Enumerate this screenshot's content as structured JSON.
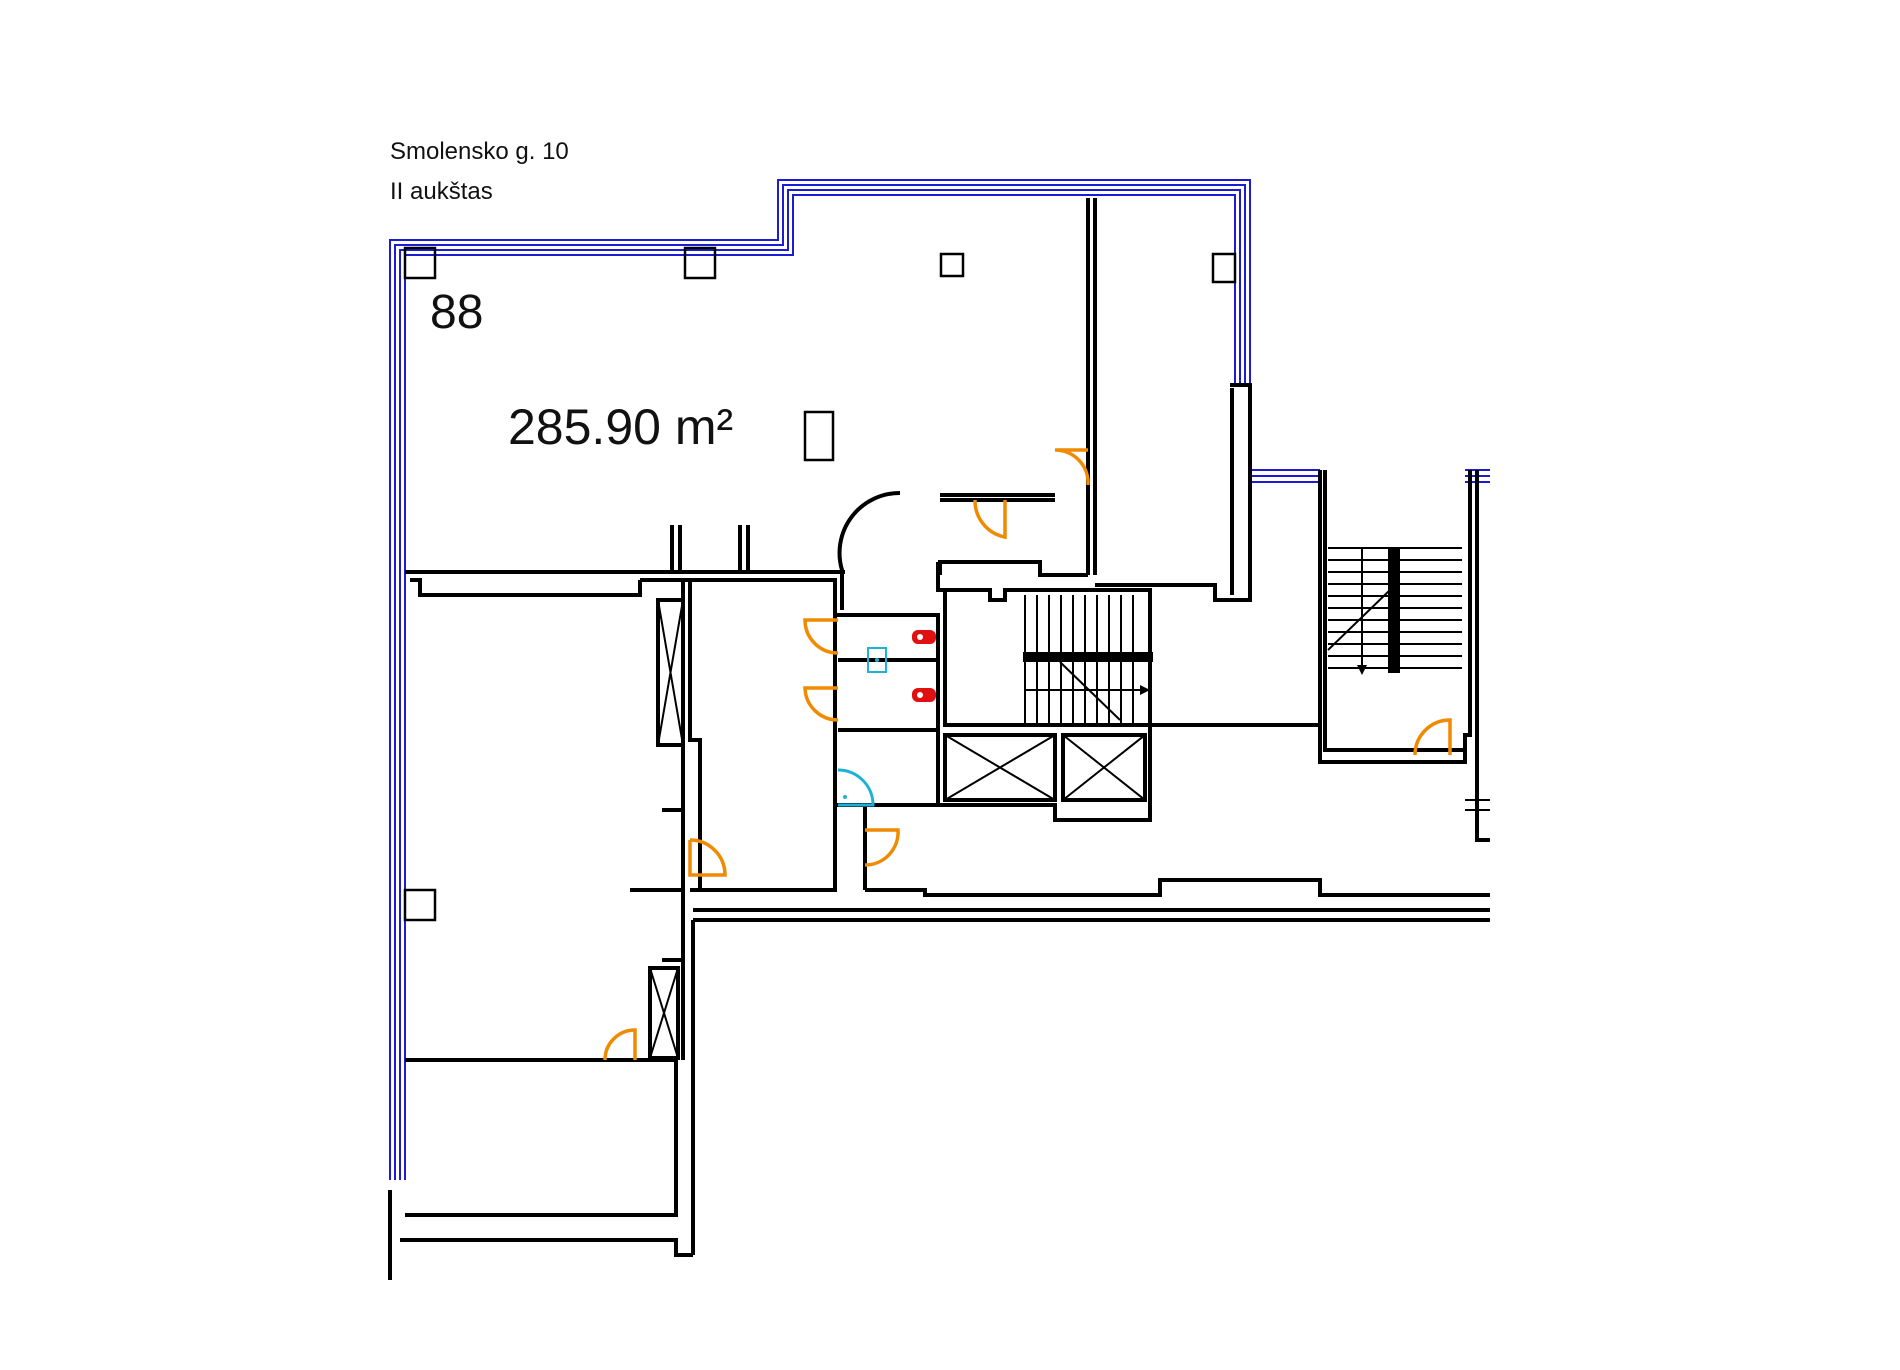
{
  "plan": {
    "address": "Smolensko g. 10",
    "floor": "II aukštas",
    "unit_number": "88",
    "unit_area": "285.90 m²"
  },
  "colors": {
    "walls": "#000000",
    "glazing": "#1c1cd0",
    "doors": "#f08a00",
    "sanitary": "#e01010",
    "accessible_door": "#1fb0d8"
  }
}
